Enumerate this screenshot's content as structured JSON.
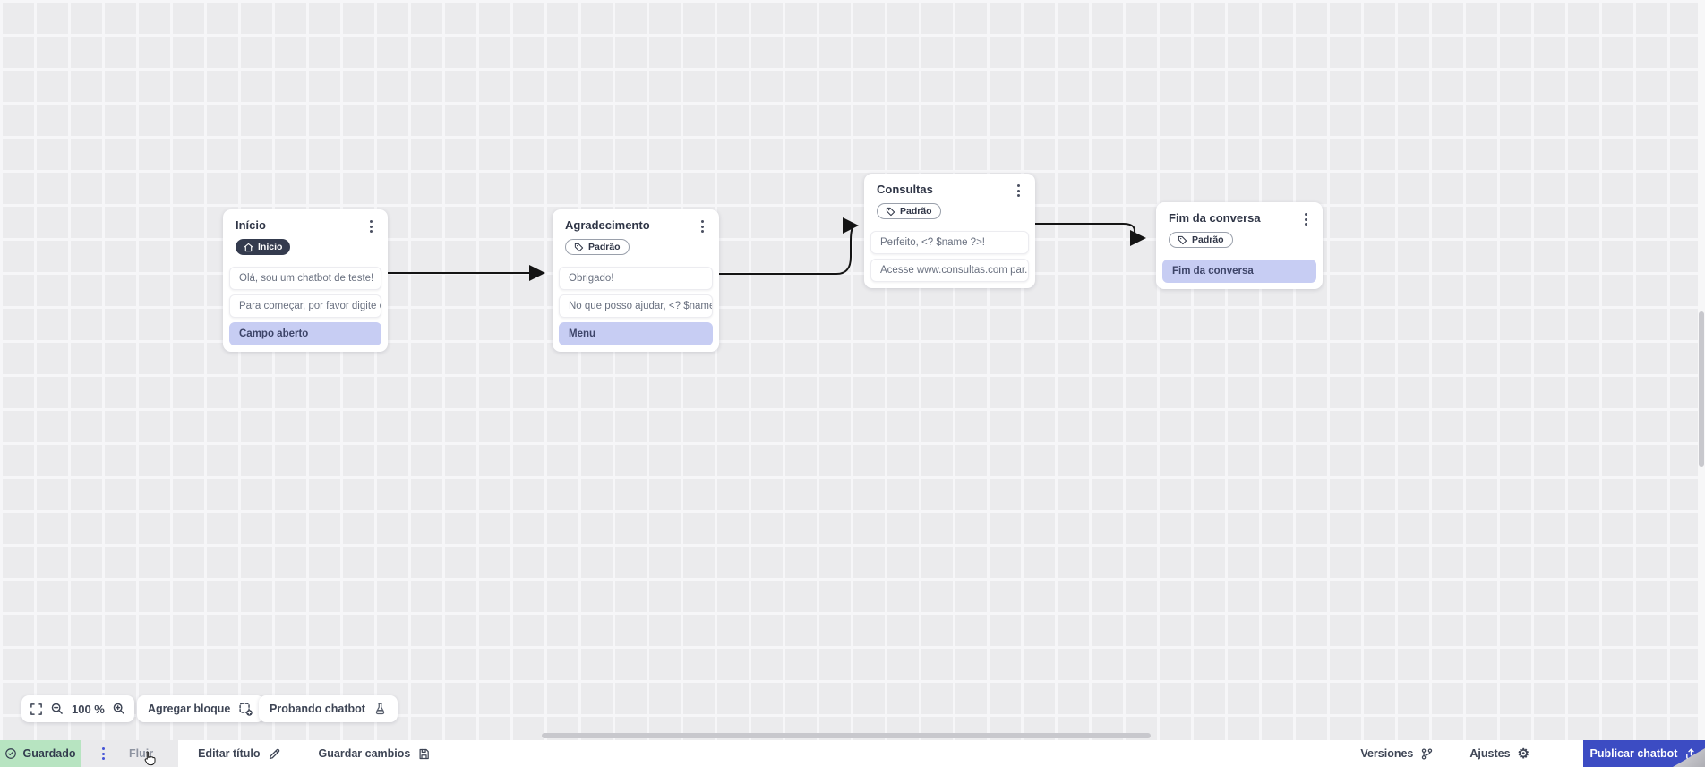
{
  "canvas": {
    "zoom_percent": "100 %",
    "controls": {
      "add_block": "Agregar bloque",
      "test_chatbot": "Probando chatbot"
    },
    "nodes": [
      {
        "title": "Início",
        "badge": "Início",
        "rows": [
          {
            "text": "Olá, sou um chatbot de teste!"
          },
          {
            "text": "Para começar, por favor digite o ..."
          },
          {
            "text": "Campo aberto"
          }
        ]
      },
      {
        "title": "Agradecimento",
        "badge": "Padrão",
        "rows": [
          {
            "text": "Obrigado!"
          },
          {
            "text": "No que posso ajudar, <? $name ..."
          },
          {
            "text": "Menu"
          }
        ]
      },
      {
        "title": "Consultas",
        "badge": "Padrão",
        "rows": [
          {
            "text": "Perfeito, <? $name ?>!"
          },
          {
            "text": "Acesse www.consultas.com par..."
          }
        ]
      },
      {
        "title": "Fim da conversa",
        "badge": "Padrão",
        "rows": [
          {
            "text": "Fim da conversa"
          }
        ]
      }
    ]
  },
  "statusbar": {
    "saved": "Guardado",
    "flow_tab": "Fluir",
    "edit_title": "Editar título",
    "save_changes": "Guardar cambios",
    "versions": "Versiones",
    "settings": "Ajustes",
    "publish": "Publicar chatbot"
  },
  "icons": {
    "gear": "⚙"
  },
  "colors": {
    "accent": "#3c4cc3",
    "saved_badge_bg": "#b7e4c1",
    "row_highlight": "#c7cdf3",
    "canvas_bg": "#ebebed",
    "connector": "#141414"
  }
}
